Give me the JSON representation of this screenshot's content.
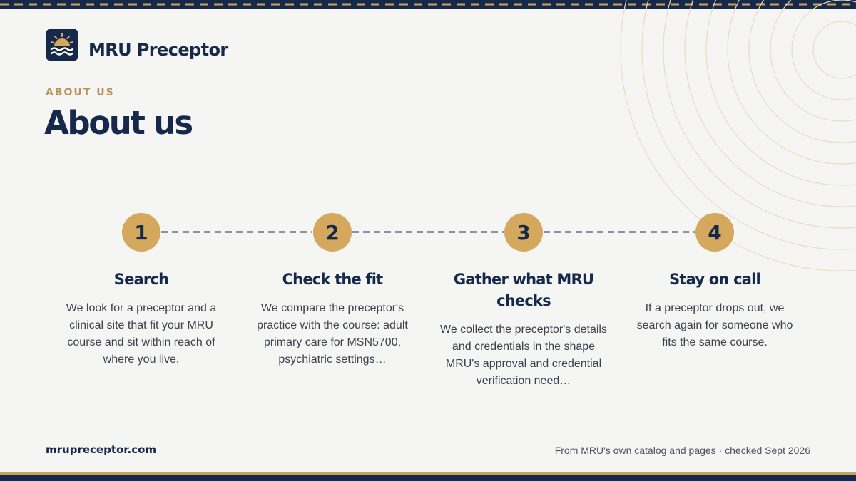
{
  "brand": {
    "name": "MRU Preceptor",
    "logo_icon": "sun-over-waves-icon"
  },
  "eyebrow": "ABOUT US",
  "title": "About us",
  "steps": [
    {
      "number": "1",
      "title": "Search",
      "body": "We look for a preceptor and a clinical site that fit your MRU course and sit within reach of where you live."
    },
    {
      "number": "2",
      "title": "Check the fit",
      "body": "We compare the preceptor's practice with the course: adult primary care for MSN5700, psychiatric settings…"
    },
    {
      "number": "3",
      "title": "Gather what MRU checks",
      "body": "We collect the preceptor's details and credentials in the shape MRU's approval and credential verification need…"
    },
    {
      "number": "4",
      "title": "Stay on call",
      "body": "If a preceptor drops out, we search again for someone who fits the same course."
    }
  ],
  "footer": {
    "url": "mrupreceptor.com",
    "note": "From MRU's own catalog and pages · checked Sept 2026"
  },
  "colors": {
    "navy": "#16294a",
    "gold": "#d4a95e",
    "eyebrow_gold": "#b8935a",
    "background": "#f5f5f4"
  }
}
